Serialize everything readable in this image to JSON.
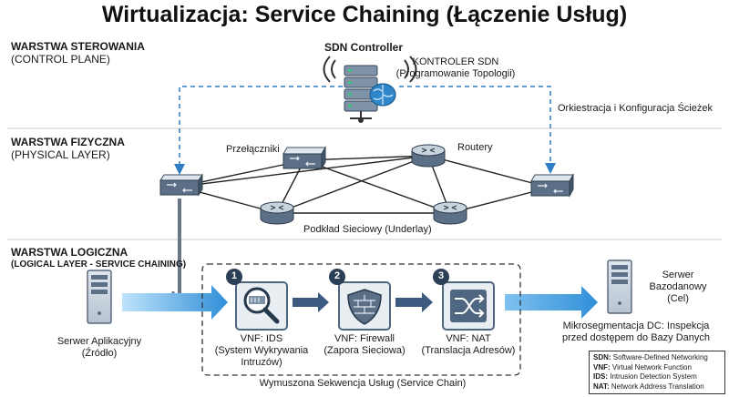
{
  "title": "Wirtualizacja: Service Chaining (Łączenie Usług)",
  "layers": {
    "control": {
      "title": "WARSTWA STEROWANIA",
      "subtitle": "(CONTROL PLANE)"
    },
    "physical": {
      "title": "WARSTWA FIZYCZNA",
      "subtitle": "(PHYSICAL LAYER)"
    },
    "logical": {
      "title": "WARSTWA LOGICZNA",
      "subtitle": "(LOGICAL LAYER - SERVICE CHAINING)"
    }
  },
  "controller": {
    "name": "SDN Controller",
    "label_line1": "KONTROLER SDN",
    "label_line2": "(Programowanie Topologii)",
    "orchestration": "Orkiestracja i Konfiguracja Ścieżek"
  },
  "physical": {
    "switches_label": "Przełączniki",
    "routers_label": "Routery",
    "underlay_label": "Podkład Sieciowy (Underlay)"
  },
  "source": {
    "line1": "Serwer Aplikacyjny",
    "line2": "(Źródło)"
  },
  "destination": {
    "line1": "Serwer",
    "line2": "Bazodanowy",
    "line3": "(Cel)"
  },
  "vnfs": [
    {
      "number": "1",
      "line1": "VNF: IDS",
      "line2": "(System Wykrywania",
      "line3": "Intruzów)"
    },
    {
      "number": "2",
      "line1": "VNF: Firewall",
      "line2": "(Zapora Sieciowa)",
      "line3": ""
    },
    {
      "number": "3",
      "line1": "VNF: NAT",
      "line2": "(Translacja Adresów)",
      "line3": ""
    }
  ],
  "chain_label": "Wymuszona Sekwencja Usług (Service Chain)",
  "microseg": {
    "line1": "Mikrosegmentacja DC: Inspekcja",
    "line2": "przed dostępem do Bazy Danych"
  },
  "legend": [
    {
      "key": "SDN:",
      "value": "Software-Defined Networking"
    },
    {
      "key": "VNF:",
      "value": "Virtual Network Function"
    },
    {
      "key": "IDS:",
      "value": "Intrusion Detection System"
    },
    {
      "key": "NAT:",
      "value": "Network Address Translation"
    }
  ],
  "colors": {
    "blue_arrow": "#2f8fd8",
    "dark_arrow": "#3a5a80",
    "device": "#5b6f86",
    "dashed_line": "#2f7dc3",
    "vnf_box": "#4f6680",
    "accent_brain": "#2f86c8"
  }
}
